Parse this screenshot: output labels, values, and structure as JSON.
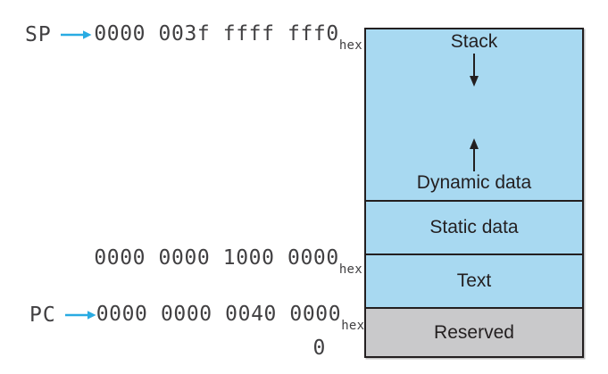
{
  "figure_type": "memory-allocation-diagram",
  "colors": {
    "segment_fill_blue": "#a8d9f1",
    "reserved_fill_gray": "#c9c9cb",
    "border_dark": "#231f20",
    "pointer_arrow_blue": "#29abe2",
    "address_text": "#414042"
  },
  "addresses": {
    "sp_row": {
      "register": "SP",
      "value": "0000 003f ffff fff0",
      "suffix": "hex"
    },
    "static_base_row": {
      "value": "0000 0000 1000 0000",
      "suffix": "hex"
    },
    "pc_row": {
      "register": "PC",
      "value": "0000 0000 0040 0000",
      "suffix": "hex"
    },
    "zero_row": {
      "value": "0"
    }
  },
  "memory_map": {
    "segments": [
      {
        "label": "Stack"
      },
      {
        "label": "Dynamic data"
      },
      {
        "label": "Static data"
      },
      {
        "label": "Text"
      },
      {
        "label": "Reserved"
      }
    ]
  }
}
